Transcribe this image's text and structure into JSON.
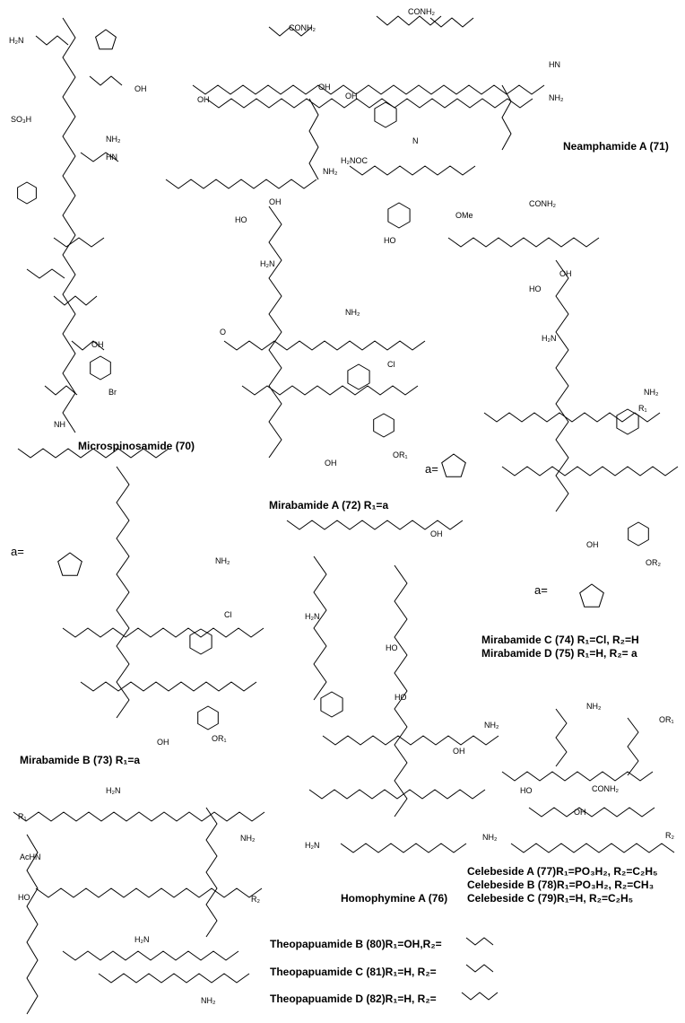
{
  "compounds": [
    {
      "label": "Microspinosamide (70)"
    },
    {
      "label": "Neamphamide A (71)"
    },
    {
      "label": "Mirabamide A (72) R₁=a"
    },
    {
      "label": "Mirabamide B (73) R₁=a"
    },
    {
      "label": "Mirabamide C (74) R₁=Cl, R₂=H"
    },
    {
      "label": "Mirabamide D (75) R₁=H, R₂= a"
    },
    {
      "label": "Homophymine A (76)"
    },
    {
      "label": "Celebeside A (77)R₁=PO₃H₂, R₂=C₂H₅"
    },
    {
      "label": "Celebeside B (78)R₁=PO₃H₂, R₂=CH₃"
    },
    {
      "label": "Celebeside C (79)R₁=H, R₂=C₂H₅"
    },
    {
      "label": "Theopapuamide B (80)R₁=OH,R₂="
    },
    {
      "label": "Theopapuamide C (81)R₁=H, R₂="
    },
    {
      "label": "Theopapuamide D (82)R₁=H, R₂="
    }
  ],
  "sugar_label": "a=",
  "atoms": {
    "conh2": "CONH₂",
    "nh2": "NH₂",
    "h2n": "H₂N",
    "oh": "OH",
    "ho": "HO",
    "nh": "NH",
    "hn": "HN",
    "n": "N",
    "o": "O",
    "cl": "Cl",
    "br": "Br",
    "ome": "OMe",
    "or1": "OR₁",
    "or2": "OR₂",
    "r1": "R₁",
    "r2": "R₂",
    "so3h": "SO₃H",
    "achn": "AcHN",
    "h2noc": "H₂NOC"
  }
}
